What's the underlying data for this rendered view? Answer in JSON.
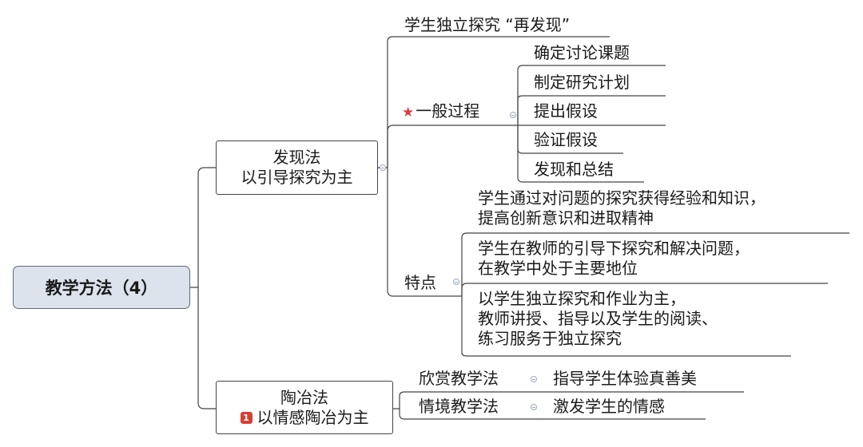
{
  "root": {
    "label": "教学方法（4）"
  },
  "discovery": {
    "title": "发现法",
    "subtitle": "以引导探究为主",
    "independent": "学生独立探究 “再发现”",
    "process": {
      "label": "一般过程",
      "steps": [
        "确定讨论课题",
        "制定研究计划",
        "提出假设",
        "验证假设",
        "发现和总结"
      ]
    },
    "features": {
      "label": "特点",
      "items": [
        {
          "line1": "学生通过对问题的探究获得经验和知识，",
          "line2": "提高创新意识和进取精神",
          "line3": ""
        },
        {
          "line1": "学生在教师的引导下探究和解决问题，",
          "line2": "在教学中处于主要地位",
          "line3": ""
        },
        {
          "line1": "以学生独立探究和作业为主，",
          "line2": "教师讲授、指导以及学生的阅读、",
          "line3": "练习服务于独立探究"
        }
      ]
    }
  },
  "cultivation": {
    "badge": "1",
    "title": "陶冶法",
    "subtitle": "以情感陶冶为主",
    "methods": [
      {
        "label": "欣赏教学法",
        "detail": "指导学生体验真善美"
      },
      {
        "label": "情境教学法",
        "detail": "激发学生的情感"
      }
    ]
  },
  "colors": {
    "line": "#444444",
    "root_fill": "#dde3ec",
    "star": "#e0393b",
    "badge": "#d64035"
  }
}
